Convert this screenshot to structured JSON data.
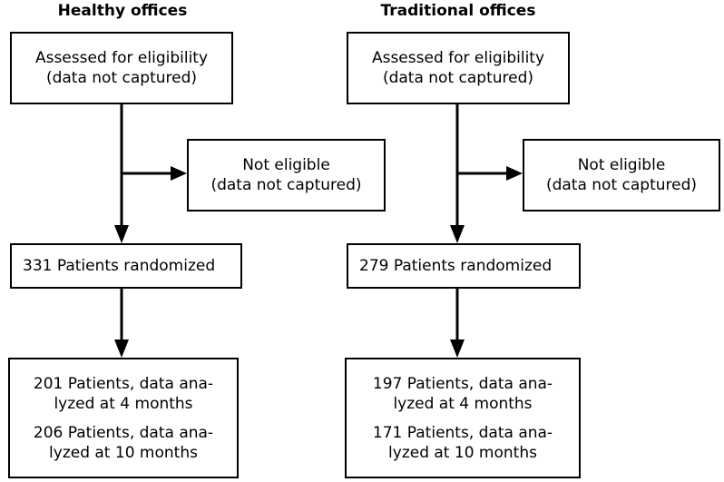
{
  "diagram": {
    "title_left": "Healthy offices",
    "title_right": "Traditional offices",
    "columns": [
      {
        "key": "healthy",
        "header": "Healthy offices",
        "nodes": {
          "assessed_line1": "Assessed for eligibility",
          "assessed_line2": "(data not captured)",
          "not_eligible_line1": "Not eligible",
          "not_eligible_line2": "(data not captured)",
          "randomized": "331 Patients randomized",
          "analyzed_4m_line1": "201 Patients, data ana-",
          "analyzed_4m_line2": "lyzed at 4 months",
          "analyzed_10m_line1": "206 Patients, data ana-",
          "analyzed_10m_line2": "lyzed at 10 months"
        }
      },
      {
        "key": "traditional",
        "header": "Traditional offices",
        "nodes": {
          "assessed_line1": "Assessed for eligibility",
          "assessed_line2": "(data not captured)",
          "not_eligible_line1": "Not eligible",
          "not_eligible_line2": "(data not captured)",
          "randomized": "279 Patients randomized",
          "analyzed_4m_line1": "197 Patients, data ana-",
          "analyzed_4m_line2": "lyzed at 4 months",
          "analyzed_10m_line1": "171 Patients, data ana-",
          "analyzed_10m_line2": "lyzed at 10 months"
        }
      }
    ]
  },
  "chart_data": {
    "type": "diagram",
    "diagram_kind": "consort-flow",
    "title": "",
    "groups": [
      {
        "name": "Healthy offices",
        "assessed_for_eligibility": null,
        "assessed_note": "data not captured",
        "not_eligible": null,
        "not_eligible_note": "data not captured",
        "randomized": 331,
        "analyzed_4_months": 201,
        "analyzed_10_months": 206
      },
      {
        "name": "Traditional offices",
        "assessed_for_eligibility": null,
        "assessed_note": "data not captured",
        "not_eligible": null,
        "not_eligible_note": "data not captured",
        "randomized": 279,
        "analyzed_4_months": 197,
        "analyzed_10_months": 171
      }
    ],
    "colors": {
      "stroke": "#000000",
      "fill": "#ffffff",
      "text": "#000000"
    }
  }
}
